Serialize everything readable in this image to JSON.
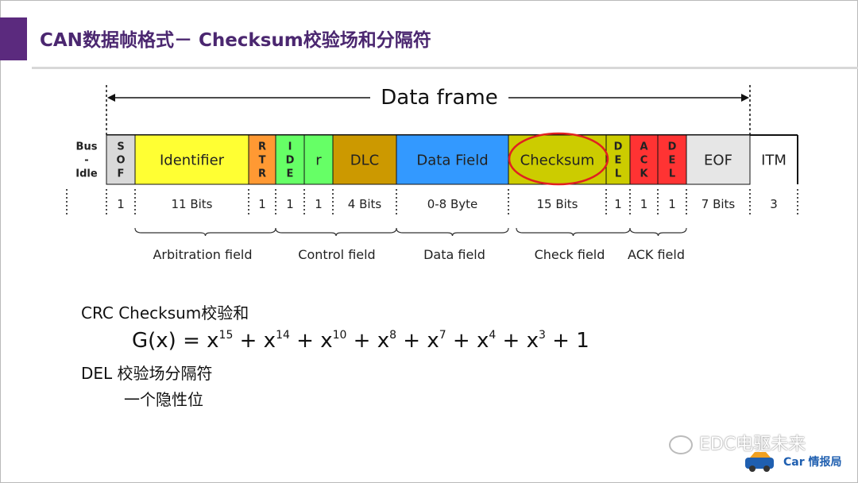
{
  "slide": {
    "title_latin": "CAN",
    "title_rest": "数据帧格式－ Checksum校验场和分隔符"
  },
  "frame_label": "Data frame",
  "fields": [
    {
      "label": "Bus\n-\nIdle",
      "bits": "",
      "color": "#ffffff"
    },
    {
      "label": "S\nO\nF",
      "bits": "1",
      "color": "#d9d9d9"
    },
    {
      "label": "Identifier",
      "bits": "11 Bits",
      "color": "#ffff33"
    },
    {
      "label": "R\nT\nR",
      "bits": "1",
      "color": "#ff9933"
    },
    {
      "label": "I\nD\nE",
      "bits": "1",
      "color": "#66ff66"
    },
    {
      "label": "r",
      "bits": "1",
      "color": "#66ff66"
    },
    {
      "label": "DLC",
      "bits": "4 Bits",
      "color": "#cc9900"
    },
    {
      "label": "Data Field",
      "bits": "0-8 Byte",
      "color": "#3399ff"
    },
    {
      "label": "Checksum",
      "bits": "15 Bits",
      "color": "#cccc00"
    },
    {
      "label": "D\nE\nL",
      "bits": "1",
      "color": "#cccc00"
    },
    {
      "label": "A\nC\nK",
      "bits": "1",
      "color": "#ff3333"
    },
    {
      "label": "D\nE\nL",
      "bits": "1",
      "color": "#ff3333"
    },
    {
      "label": "EOF",
      "bits": "7 Bits",
      "color": "#e6e6e6"
    },
    {
      "label": "ITM",
      "bits": "3",
      "color": "#ffffff"
    }
  ],
  "groups": [
    {
      "label": "Arbitration field"
    },
    {
      "label": "Control field"
    },
    {
      "label": "Data field"
    },
    {
      "label": "Check field"
    },
    {
      "label": "ACK field"
    }
  ],
  "body": {
    "line1": "CRC  Checksum校验和",
    "poly_prefix": "G(x) = x",
    "poly_terms": [
      {
        "exp": "15",
        "sep": " + x"
      },
      {
        "exp": "14",
        "sep": " + x"
      },
      {
        "exp": "10",
        "sep": " + x"
      },
      {
        "exp": "8",
        "sep": " + x"
      },
      {
        "exp": "7",
        "sep": " + x"
      },
      {
        "exp": "4",
        "sep": " + x"
      },
      {
        "exp": "3",
        "sep": " + 1"
      }
    ],
    "line3": "DEL 校验场分隔符",
    "line4": "一个隐性位"
  },
  "watermark": "EDC电驱未来",
  "logo_text": "Car 情报局",
  "highlight_color": "#e02020"
}
